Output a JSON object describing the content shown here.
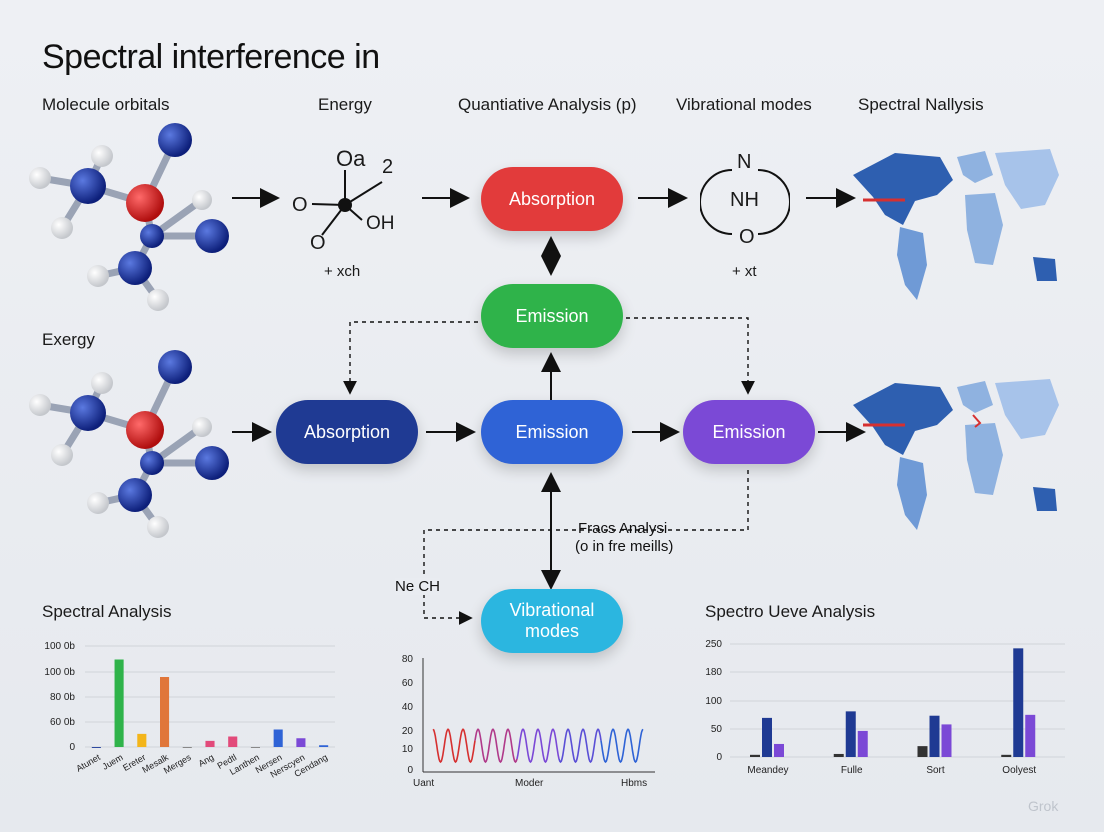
{
  "title": "Spectral interference in",
  "headers": {
    "molecule": "Molecule orbitals",
    "energy": "Energy",
    "quant": "Quantiative Analysis (p)",
    "vib": "Vibrational modes",
    "spec": "Spectral Nallysis",
    "exergy": "Exergy"
  },
  "formula1": {
    "top": "Oa",
    "sup": "2",
    "left": "O",
    "right": "OH",
    "bottom": "O",
    "caption": "+ xch"
  },
  "formula2": {
    "top": "N",
    "mid": "NH",
    "bottom": "O",
    "caption": "+ xt"
  },
  "pills": {
    "absorption_red": "Absorption",
    "emission_green": "Emission",
    "absorption_navy": "Absorption",
    "emission_blue": "Emission",
    "emission_purple": "Emission",
    "vibrational": "Vibrational modes"
  },
  "notes": {
    "fracs_line1": "Fracs Analysi",
    "fracs_line2": "(o in fre meills)",
    "nech": "Ne CH"
  },
  "colors": {
    "red": "#e23b3b",
    "green": "#2fb34a",
    "navy": "#1f3a93",
    "blue": "#2f63d6",
    "purple": "#7b49d6",
    "cyan": "#2bb6e0"
  },
  "chart_data": [
    {
      "type": "bar",
      "title": "Spectral Analysis",
      "y_ticks": [
        "100 0b",
        "100 0b",
        "80 0b",
        "60 0b",
        "0"
      ],
      "categories": [
        "Atunet",
        "Juem",
        "Ereter",
        "Mesalk",
        "Merges",
        "Ang",
        "Pedtl",
        "Lanthen",
        "Nersen",
        "Nerscyen",
        "Cendang"
      ],
      "values": [
        0,
        100,
        15,
        80,
        0,
        7,
        12,
        0,
        20,
        10,
        2
      ],
      "colors": [
        "#2f4aa0",
        "#2fb34a",
        "#f3b51a",
        "#e0763a",
        "#888888",
        "#e24a7a",
        "#e24a7a",
        "#888888",
        "#2f63d6",
        "#7b49d6",
        "#2f63d6"
      ],
      "ylim": [
        0,
        120
      ]
    },
    {
      "type": "line",
      "y_ticks": [
        "80",
        "60",
        "40",
        "20",
        "10",
        "0"
      ],
      "x_labels": [
        "Uant",
        "Moder",
        "Hbms"
      ],
      "cycles": 14,
      "amplitude_range": [
        0,
        30
      ],
      "ylim": [
        0,
        80
      ]
    },
    {
      "type": "bar",
      "title": "Spectro Ueve Analysis",
      "y_ticks": [
        "250",
        "180",
        "100",
        "50",
        "0"
      ],
      "categories": [
        "Meandey",
        "Fulle",
        "Sort",
        "Oolyest"
      ],
      "series": [
        {
          "values": [
            5,
            7,
            25,
            5
          ],
          "color": "#333333"
        },
        {
          "values": [
            90,
            105,
            95,
            250
          ],
          "color": "#1f3a93"
        },
        {
          "values": [
            30,
            60,
            75,
            97
          ],
          "color": "#7b49d6"
        }
      ],
      "ylim": [
        0,
        260
      ]
    }
  ],
  "watermark": "Grok"
}
